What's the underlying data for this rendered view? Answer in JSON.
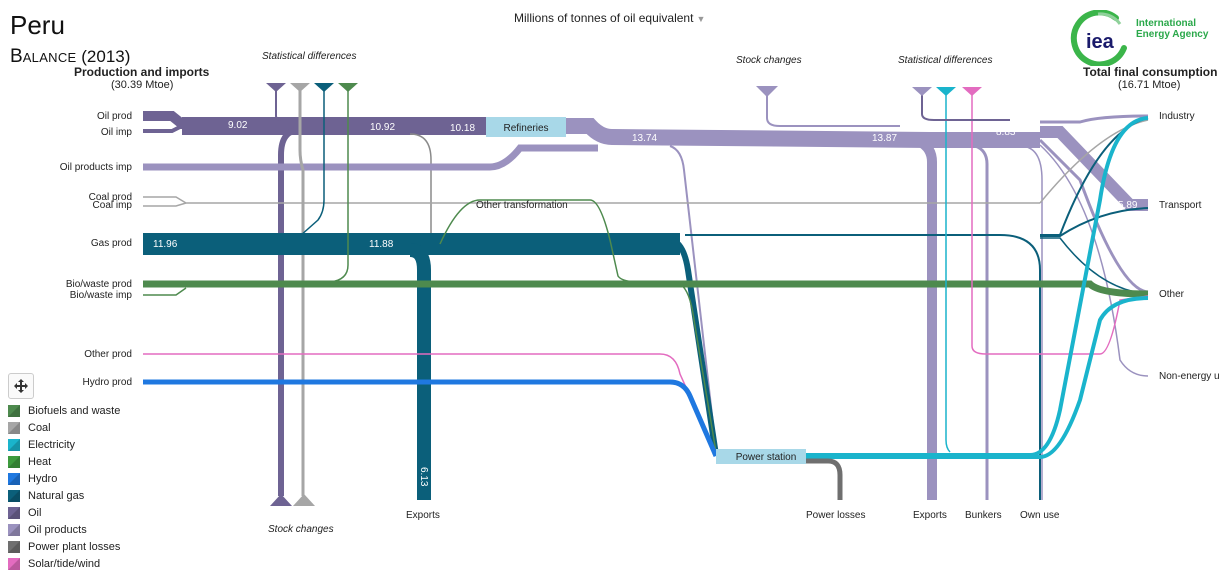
{
  "header": {
    "country": "Peru",
    "balance_label_first": "B",
    "balance_label_rest": "ALANCE",
    "year": "(2013)",
    "units": "Millions of tonnes of oil equivalent"
  },
  "left_column": {
    "title": "Production and imports",
    "total": "(30.39 Mtoe)",
    "rows": [
      "Oil prod",
      "Oil imp",
      "Oil products imp",
      "Coal prod",
      "Coal imp",
      "Gas prod",
      "Bio/waste prod",
      "Bio/waste imp",
      "Other prod",
      "Hydro prod"
    ]
  },
  "right_column": {
    "title": "Total final consumption",
    "total": "(16.71 Mtoe)",
    "rows": [
      "Industry",
      "Transport",
      "Other",
      "Non-energy u"
    ]
  },
  "logo": {
    "mark": "iea",
    "line1": "International",
    "line2": "Energy Agency"
  },
  "nodes": {
    "refineries": "Refineries",
    "other_transformation": "Other transformation",
    "power_station": "Power station"
  },
  "annotations": {
    "stat_diff_left": "Statistical differences",
    "stat_diff_right": "Statistical differences",
    "stock_changes_top": "Stock changes",
    "stock_changes_bottom": "Stock changes"
  },
  "bottom_labels": {
    "exports_gas": "Exports",
    "power_losses": "Power losses",
    "exports_oil": "Exports",
    "bunkers": "Bunkers",
    "own_use": "Own use"
  },
  "flow_values": {
    "oil_prod": "9.02",
    "oil_total": "10.92",
    "refinery_in": "10.18",
    "refinery_out": "13.74",
    "oil_products_total": "13.87",
    "oil_products_tfc": "8.83",
    "transport": "5.89",
    "gas_prod": "11.96",
    "gas_after": "11.88",
    "gas_exports": "6.13"
  },
  "legend": [
    {
      "label": "Biofuels and waste",
      "color": "#4e8a4e"
    },
    {
      "label": "Coal",
      "color": "#a6a6a6"
    },
    {
      "label": "Electricity",
      "color": "#1ab4cc"
    },
    {
      "label": "Heat",
      "color": "#3d9b3d"
    },
    {
      "label": "Hydro",
      "color": "#1f78e0"
    },
    {
      "label": "Natural gas",
      "color": "#0b5f7a"
    },
    {
      "label": "Oil",
      "color": "#6e6393"
    },
    {
      "label": "Oil products",
      "color": "#9b92bf"
    },
    {
      "label": "Power plant losses",
      "color": "#6f6f6f"
    },
    {
      "label": "Solar/tide/wind",
      "color": "#e36cc0"
    }
  ],
  "colors": {
    "oil": "#6e6393",
    "oil_products": "#9b92bf",
    "gas": "#0b5f7a",
    "bio": "#4e8a4e",
    "coal": "#a6a6a6",
    "electricity": "#1ab4cc",
    "hydro": "#1f78e0",
    "solar": "#e36cc0",
    "losses": "#6f6f6f",
    "node": "#a8d8e8"
  }
}
